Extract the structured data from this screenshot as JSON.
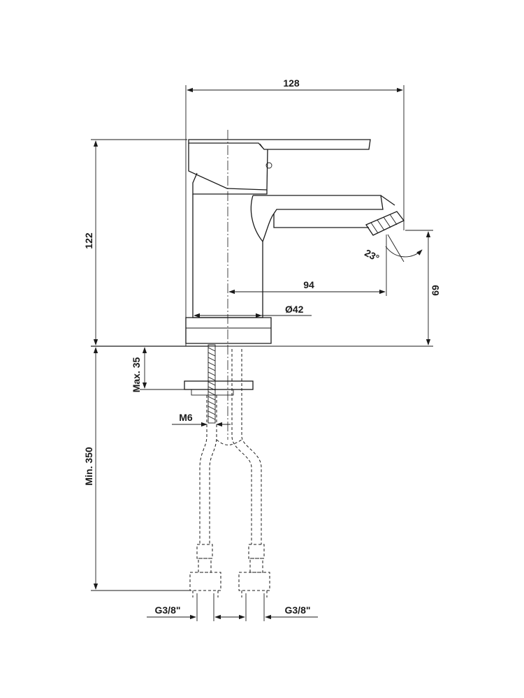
{
  "dimensions": {
    "overall_width": "128",
    "overall_height": "122",
    "spout_reach": "94",
    "body_diameter": "Ø42",
    "spout_height": "69",
    "spout_angle": "23°",
    "max_thickness": "Max. 35",
    "hose_length": "Min. 350",
    "stud_thread": "M6",
    "connection_left": "G3/8\"",
    "connection_right": "G3/8\""
  }
}
